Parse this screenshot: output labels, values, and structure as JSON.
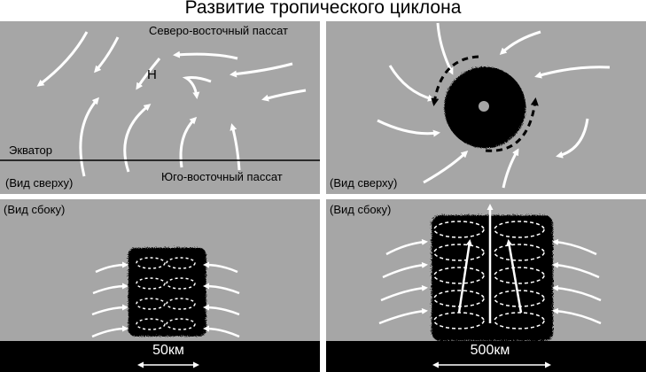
{
  "title": "Развитие тропического циклона",
  "panels": {
    "top_left": {
      "ne_trade": "Северо-восточный пассат",
      "low": "Н",
      "equator": "Экватор",
      "se_trade": "Юго-восточный пассат",
      "view": "(Вид сверху)"
    },
    "top_right": {
      "view": "(Вид сверху)"
    },
    "bottom_left": {
      "view": "(Вид сбоку)",
      "scale": "50км"
    },
    "bottom_right": {
      "view": "(Вид сбоку)",
      "scale": "500км"
    }
  },
  "colors": {
    "panel": "#a6a6a6",
    "cloud": "#000000",
    "arrows": "#ffffff"
  }
}
